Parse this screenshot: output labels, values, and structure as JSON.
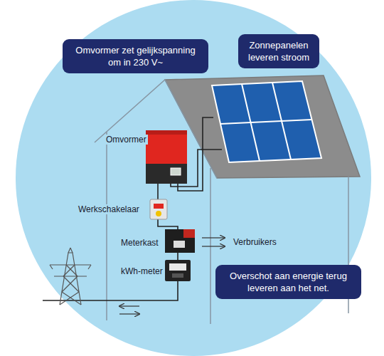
{
  "diagram": {
    "nodes": [
      {
        "text": [
          "Omvormer zet gelijkspanning om in 230 V~"
        ]
      },
      {
        "text": [
          "Zonnepanelen leveren stroom"
        ]
      },
      {
        "text": [
          "Overschot aan energie terug leveren aan het net."
        ]
      }
    ],
    "labels": [
      "Omvormer",
      "Werkschakelaar",
      "Meterkast",
      "kWh-meter",
      "Verbruikers"
    ]
  }
}
